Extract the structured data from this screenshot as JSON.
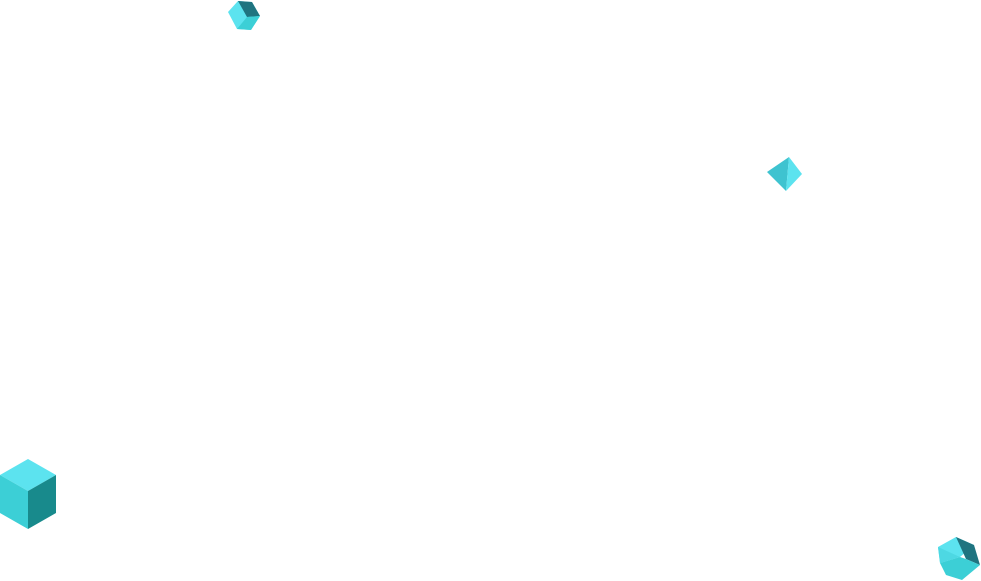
{
  "palette": {
    "background": "#ffffff",
    "cube_top": "#5ce3ef",
    "cube_left": "#3ccfd6",
    "cube_right": "#188a8c",
    "cube_dark": "#1f7480"
  },
  "decorations": [
    {
      "name": "small-cube-icon",
      "shape": "cube"
    },
    {
      "name": "diamond-icon",
      "shape": "octahedron"
    },
    {
      "name": "large-cube-icon",
      "shape": "cube"
    },
    {
      "name": "corner-cube-icon",
      "shape": "cube"
    }
  ]
}
